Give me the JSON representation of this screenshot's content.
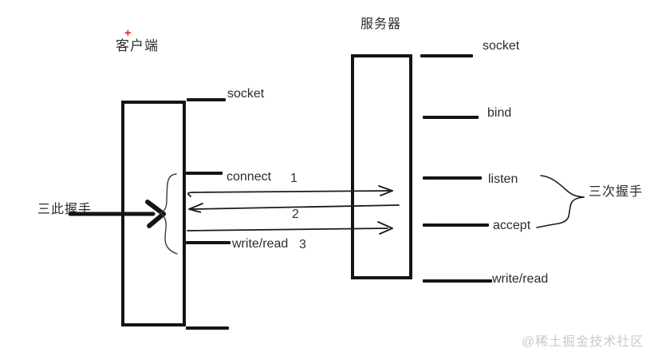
{
  "diagram": {
    "client": {
      "title": "客户端",
      "cursor_mark": "+",
      "labels": {
        "socket": "socket",
        "connect": "connect",
        "write_read": "write/read"
      }
    },
    "server": {
      "title": "服务器",
      "labels": {
        "socket": "socket",
        "bind": "bind",
        "listen": "listen",
        "accept": "accept",
        "write_read": "write/read"
      }
    },
    "handshake_steps": {
      "step1": "1",
      "step2": "2",
      "step3": "3"
    },
    "annotations": {
      "left_handshake": "三此握手",
      "right_handshake": "三次握手"
    },
    "watermark": "@稀土掘金技术社区",
    "colors": {
      "stroke": "#141414",
      "text": "#2b2b2b",
      "cursor_mark": "#e8281e",
      "watermark": "#c9c9c9",
      "background": "#ffffff"
    }
  }
}
